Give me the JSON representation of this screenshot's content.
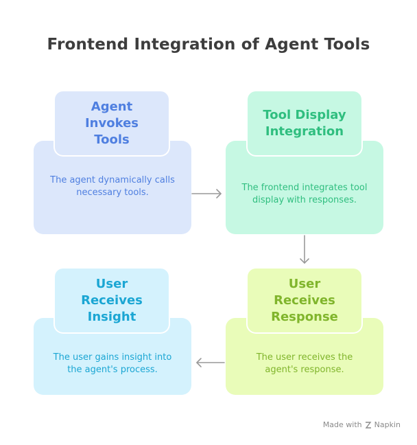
{
  "title": "Frontend Integration of Agent Tools",
  "steps": [
    {
      "heading": "Agent\nInvokes\nTools",
      "description": "The agent dynamically calls necessary tools."
    },
    {
      "heading": "Tool Display\nIntegration",
      "description": "The frontend integrates tool display with responses."
    },
    {
      "heading": "User\nReceives\nResponse",
      "description": "The user receives the agent's response."
    },
    {
      "heading": "User\nReceives\nInsight",
      "description": "The user gains insight into the agent's process."
    }
  ],
  "footer": {
    "made_with": "Made with",
    "brand": "Napkin"
  },
  "colors": {
    "blue": "#4f7fe0",
    "green": "#2fbe7f",
    "lime": "#80b52c",
    "cyan": "#1ba6d3",
    "arrow": "#999999"
  }
}
